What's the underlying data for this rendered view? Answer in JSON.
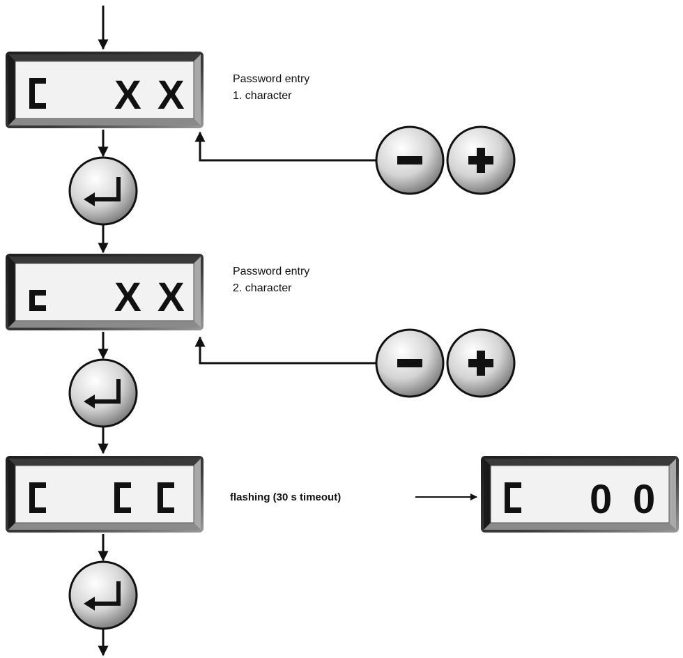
{
  "steps": [
    {
      "display": {
        "left_char": "c-tall",
        "right": [
          "X",
          "X"
        ]
      },
      "note_line1": "Password entry",
      "note_line2": "1. character"
    },
    {
      "display": {
        "left_char": "c-short",
        "right": [
          "X",
          "X"
        ]
      },
      "note_line1": "Password entry",
      "note_line2": "2. character"
    },
    {
      "display": {
        "left_char": "c-tall",
        "right": [
          "c-tall",
          "c-tall"
        ]
      },
      "note": "flashing (30 s timeout)"
    }
  ],
  "timeout_display": {
    "left_char": "c-tall",
    "right": [
      "0",
      "0"
    ]
  },
  "buttons": {
    "minus_icon": "minus-icon",
    "plus_icon": "plus-icon",
    "enter_icon": "enter-arrow-icon"
  },
  "colors": {
    "lcd_face": "#f2f2f2",
    "lcd_frame_dark": "#2b2b2b",
    "lcd_frame_light": "#bfbfbf",
    "button_gradient_light": "#ffffff",
    "button_gradient_dark": "#7a7a7a"
  }
}
